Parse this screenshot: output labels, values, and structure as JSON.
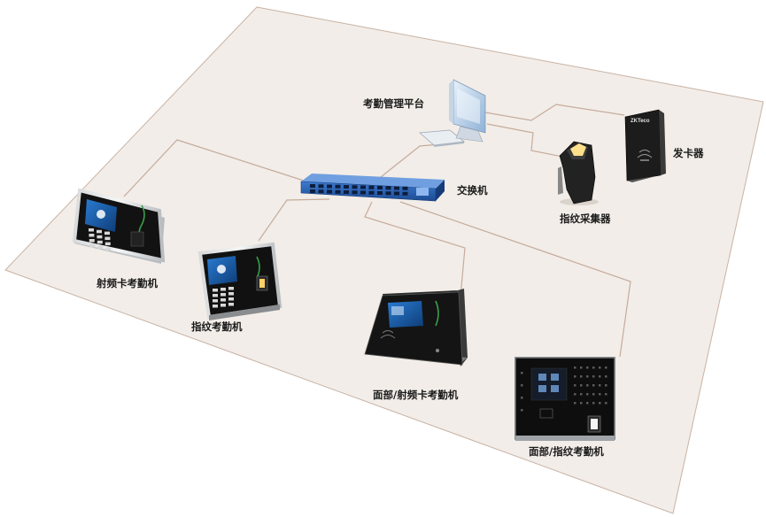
{
  "nodes": {
    "platform": {
      "label": "考勤管理平台",
      "icon": "desktop-computer-icon"
    },
    "switch": {
      "label": "交换机",
      "icon": "network-switch-icon"
    },
    "fingerprint_reader": {
      "label": "指纹采集器",
      "icon": "fingerprint-scanner-icon"
    },
    "card_issuer": {
      "label": "发卡器",
      "icon": "card-reader-icon",
      "brand": "ZKTeco"
    },
    "rfid_terminal": {
      "label": "射频卡考勤机",
      "icon": "rfid-attendance-terminal-icon"
    },
    "fingerprint_terminal": {
      "label": "指纹考勤机",
      "icon": "fingerprint-attendance-terminal-icon"
    },
    "face_rfid_terminal": {
      "label": "面部/射频卡考勤机",
      "icon": "face-attendance-terminal-icon"
    },
    "face_fingerprint_terminal": {
      "label": "面部/指纹考勤机",
      "icon": "face-fingerprint-terminal-icon"
    }
  },
  "colors": {
    "floor": "#f2ede8",
    "floor_edge": "#c9b2a4",
    "link": "#c6ab9c",
    "switch_body": "#2b63b4",
    "device_dark": "#151515"
  }
}
